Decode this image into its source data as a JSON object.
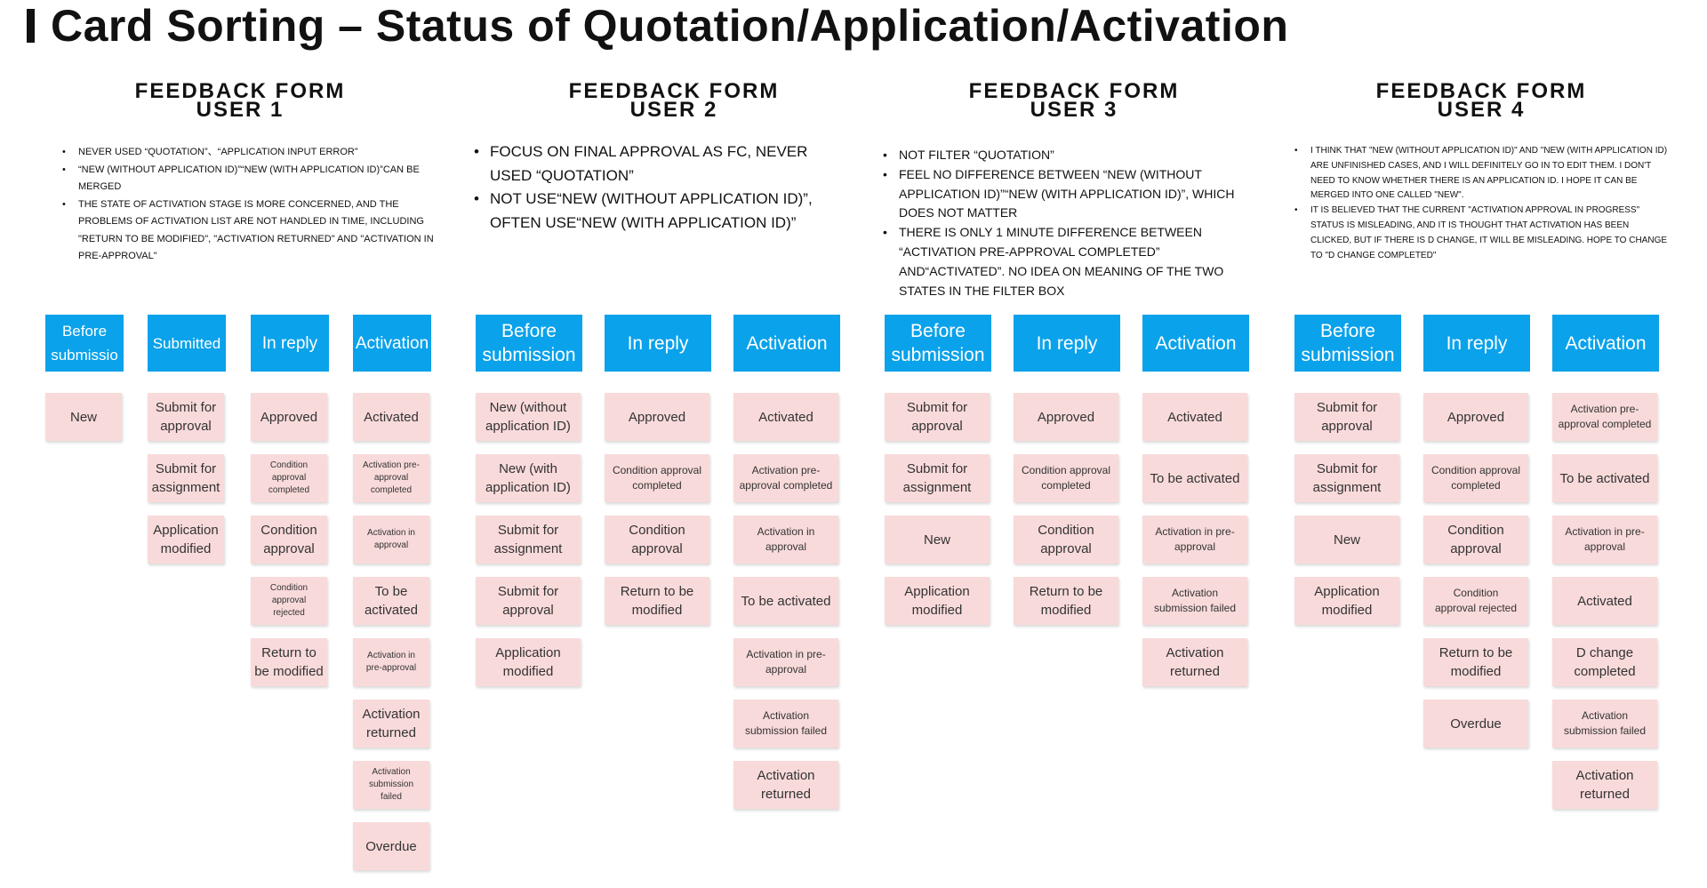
{
  "page_title": "Card Sorting – Status of Quotation/Application/Activation",
  "users": [
    {
      "heading_line1": "FEEDBACK FORM",
      "heading_line2": "USER 1",
      "feedback": [
        "NEVER USED “QUOTATION”、“APPLICATION INPUT ERROR”",
        "“NEW (WITHOUT APPLICATION ID)”“NEW (WITH APPLICATION ID)”CAN BE MERGED",
        "THE STATE OF ACTIVATION STAGE IS MORE CONCERNED, AND THE PROBLEMS OF ACTIVATION LIST ARE NOT HANDLED IN TIME, INCLUDING \"RETURN TO BE MODIFIED\", \"ACTIVATION RETURNED\" AND \"ACTIVATION IN PRE-APPROVAL\""
      ],
      "columns": [
        {
          "header": "Before\nsubmissio",
          "cards": [
            "New"
          ]
        },
        {
          "header": "Submitted",
          "cards": [
            "Submit for\napproval",
            "Submit for\nassignment",
            "Application\nmodified"
          ]
        },
        {
          "header": "In reply",
          "cards": [
            "Approved",
            "Condition\napproval\ncompleted",
            "Condition\napproval",
            "Condition\napproval\nrejected",
            "Return to\nbe modified"
          ]
        },
        {
          "header": "Activation",
          "cards": [
            "Activated",
            "Activation pre-\napproval\ncompleted",
            "Activation in\napproval",
            "To be\nactivated",
            "Activation in\npre-approval",
            "Activation\nreturned",
            "Activation\nsubmission\nfailed",
            "Overdue"
          ]
        }
      ]
    },
    {
      "heading_line1": "FEEDBACK FORM",
      "heading_line2": "USER 2",
      "feedback": [
        "FOCUS ON FINAL APPROVAL AS FC, NEVER USED “QUOTATION”",
        "NOT USE“NEW (WITHOUT APPLICATION ID)”, OFTEN USE“NEW (WITH APPLICATION ID)”"
      ],
      "columns": [
        {
          "header": "Before\nsubmission",
          "cards": [
            "New (without\napplication ID)",
            "New (with\napplication ID)",
            "Submit for\nassignment",
            "Submit for\napproval",
            "Application\nmodified"
          ]
        },
        {
          "header": "In reply",
          "cards": [
            "Approved",
            "Condition approval\ncompleted",
            "Condition\napproval",
            "Return to be\nmodified"
          ]
        },
        {
          "header": "Activation",
          "cards": [
            "Activated",
            "Activation pre-\napproval completed",
            "Activation in\napproval",
            "To be activated",
            "Activation in pre-\napproval",
            "Activation\nsubmission failed",
            "Activation\nreturned"
          ]
        }
      ]
    },
    {
      "heading_line1": "FEEDBACK FORM",
      "heading_line2": "USER 3",
      "feedback": [
        "NOT FILTER “QUOTATION”",
        "FEEL NO DIFFERENCE BETWEEN “NEW (WITHOUT APPLICATION ID)”“NEW (WITH APPLICATION ID)”, WHICH DOES NOT MATTER",
        "THERE IS ONLY 1 MINUTE DIFFERENCE BETWEEN “ACTIVATION PRE-APPROVAL COMPLETED” AND“ACTIVATED”. NO IDEA ON  MEANING OF THE TWO STATES IN THE FILTER BOX"
      ],
      "columns": [
        {
          "header": "Before\nsubmission",
          "cards": [
            "Submit for\napproval",
            "Submit for\nassignment",
            "New",
            "Application\nmodified"
          ]
        },
        {
          "header": "In reply",
          "cards": [
            "Approved",
            "Condition approval\ncompleted",
            "Condition\napproval",
            "Return to be\nmodified"
          ]
        },
        {
          "header": "Activation",
          "cards": [
            "Activated",
            "To be activated",
            "Activation in pre-\napproval",
            "Activation\nsubmission failed",
            "Activation\nreturned"
          ]
        }
      ]
    },
    {
      "heading_line1": "FEEDBACK FORM",
      "heading_line2": "USER 4",
      "feedback": [
        "I THINK THAT \"NEW (WITHOUT APPLICATION ID)\" AND \"NEW (WITH APPLICATION ID) ARE UNFINISHED CASES, AND I WILL DEFINITELY GO IN TO EDIT THEM. I DON'T NEED TO KNOW WHETHER THERE IS AN APPLICATION ID. I HOPE IT CAN BE MERGED INTO ONE CALLED \"NEW\".",
        "IT IS BELIEVED THAT THE CURRENT \"ACTIVATION APPROVAL IN PROGRESS\" STATUS IS MISLEADING, AND IT IS THOUGHT THAT ACTIVATION HAS BEEN CLICKED, BUT IF THERE IS D CHANGE, IT WILL BE MISLEADING. HOPE TO CHANGE TO \"D CHANGE COMPLETED\""
      ],
      "columns": [
        {
          "header": "Before\nsubmission",
          "cards": [
            "Submit for\napproval",
            "Submit for\nassignment",
            "New",
            "Application\nmodified"
          ]
        },
        {
          "header": "In reply",
          "cards": [
            "Approved",
            "Condition approval\ncompleted",
            "Condition\napproval",
            "Condition\napproval rejected",
            "Return to be\nmodified",
            "Overdue"
          ]
        },
        {
          "header": "Activation",
          "cards": [
            "Activation pre-\napproval completed",
            "To be activated",
            "Activation in pre-\napproval",
            "Activated",
            "D change\ncompleted",
            "Activation\nsubmission failed",
            "Activation\nreturned"
          ]
        }
      ]
    }
  ]
}
